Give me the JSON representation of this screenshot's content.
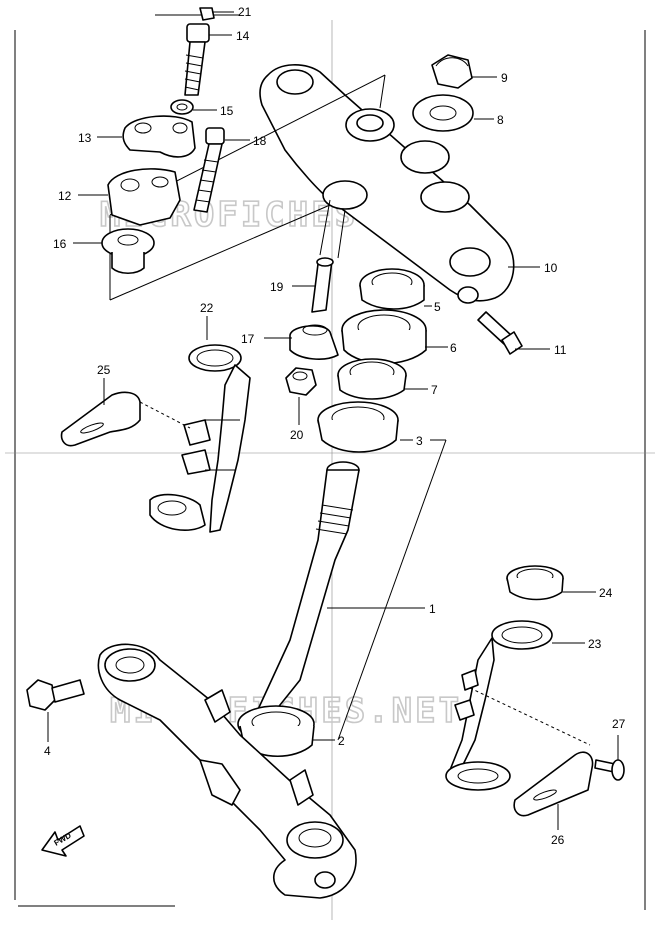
{
  "watermark": "MICROFICHES.NET",
  "fwd_label": "FWD",
  "callouts": {
    "p1": "1",
    "p2": "2",
    "p3": "3",
    "p4": "4",
    "p5": "5",
    "p6": "6",
    "p7": "7",
    "p8": "8",
    "p9": "9",
    "p10": "10",
    "p11": "11",
    "p12": "12",
    "p13": "13",
    "p14": "14",
    "p15": "15",
    "p16": "16",
    "p17": "17",
    "p18": "18",
    "p19": "19",
    "p20": "20",
    "p21": "21",
    "p22": "22",
    "p23": "23",
    "p24": "24",
    "p25": "25",
    "p26": "26",
    "p27": "27"
  }
}
